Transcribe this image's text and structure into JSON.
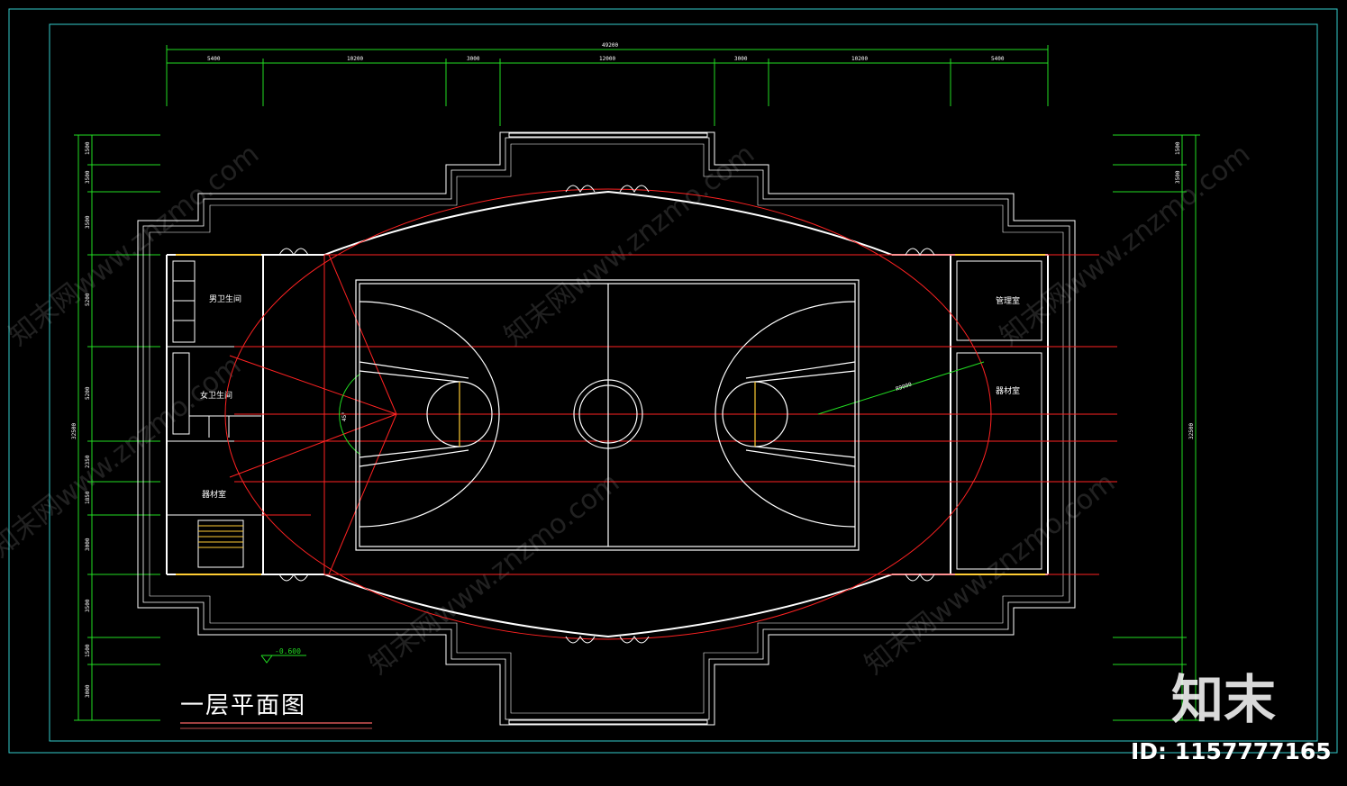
{
  "drawing": {
    "title": "一层平面图",
    "level_mark": "-0.600"
  },
  "dimensions": {
    "top_total": "49200",
    "top_segments": [
      "5400",
      "10200",
      "3000",
      "12000",
      "3000",
      "10200",
      "5400"
    ],
    "left_segments": [
      "1500",
      "3500",
      "3500",
      "5200",
      "5200",
      "2350",
      "1850",
      "3000",
      "3500",
      "1500",
      "3000"
    ],
    "left_total": "32500",
    "right_segments": [
      "1500",
      "3500"
    ],
    "right_total": "32500",
    "radius_label": "R9000",
    "angle_label": "45°"
  },
  "rooms": {
    "male_toilet": "男卫生间",
    "female_toilet": "女卫生间",
    "equipment_room": "器材室",
    "right_upper": "管理室",
    "right_lower": "器材室"
  },
  "watermark": {
    "text": "知末网www.znzmo.com",
    "logo": "知末",
    "id_label": "ID: 1157777165"
  },
  "colors": {
    "background": "#000000",
    "frame": "#33cccc",
    "wall": "#ffffff",
    "dim_line": "#22dd22",
    "red_line": "#ff2222",
    "door": "#ffcc33"
  }
}
